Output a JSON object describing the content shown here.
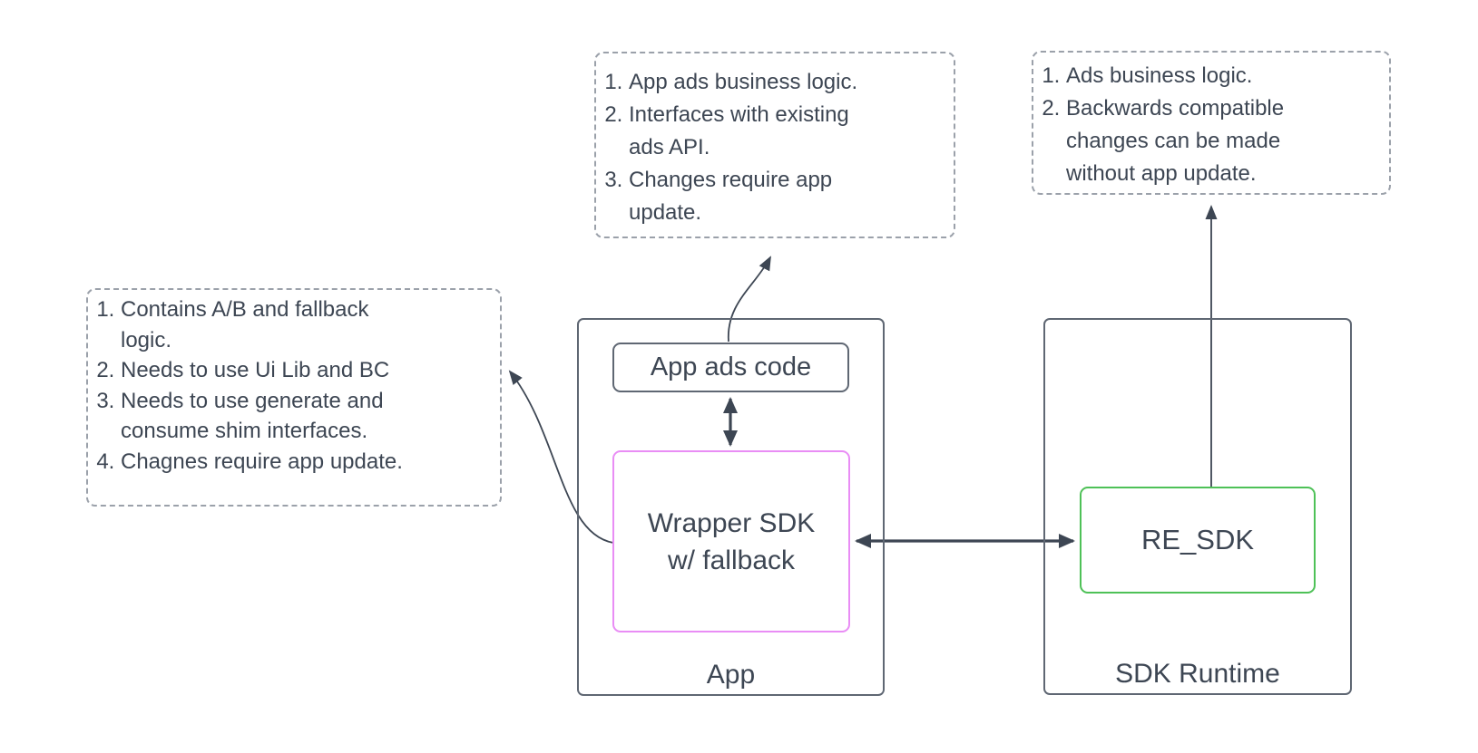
{
  "diagram": {
    "notes": {
      "left": {
        "items": [
          "Contains A/B and fallback\nlogic.",
          "Needs to use Ui Lib and BC",
          "Needs to use generate and\nconsume shim interfaces.",
          "Chagnes require app update."
        ]
      },
      "top_center": {
        "items": [
          "App ads business logic.",
          "Interfaces with existing\nads API.",
          "Changes require app\nupdate."
        ]
      },
      "top_right": {
        "items": [
          "Ads business logic.",
          "Backwards compatible\nchanges can be made\nwithout app update."
        ]
      }
    },
    "containers": {
      "app": {
        "label": "App"
      },
      "sdk_runtime": {
        "label": "SDK Runtime"
      }
    },
    "nodes": {
      "app_ads_code": {
        "label": "App ads code"
      },
      "wrapper_sdk": {
        "label": "Wrapper SDK\nw/ fallback",
        "border_color": "#e98df5"
      },
      "re_sdk": {
        "label": "RE_SDK",
        "border_color": "#4ec157"
      }
    },
    "colors": {
      "text": "#3d4653",
      "container_border": "#5f6773",
      "note_border": "#9ba1aa",
      "arrow": "#3d4653",
      "wrapper_border": "#e98df5",
      "re_sdk_border": "#4ec157",
      "background": "#ffffff"
    }
  }
}
